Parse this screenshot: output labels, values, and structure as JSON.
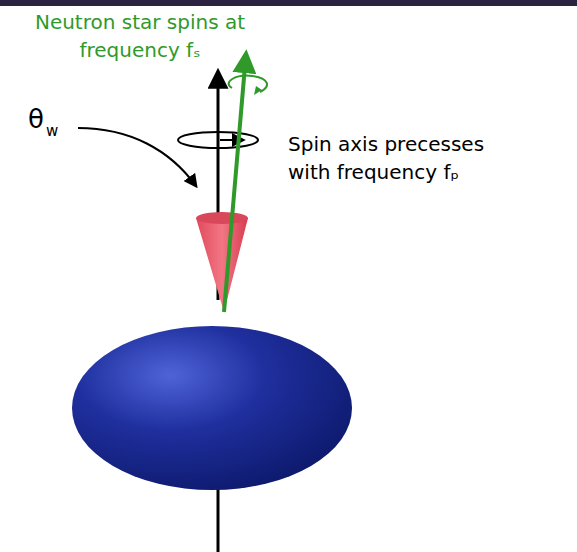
{
  "diagram": {
    "labels": [
      "Neutron star spins at frequency fₛ",
      "θ",
      "w",
      "Spin axis precesses with frequency fₚ"
    ]
  }
}
